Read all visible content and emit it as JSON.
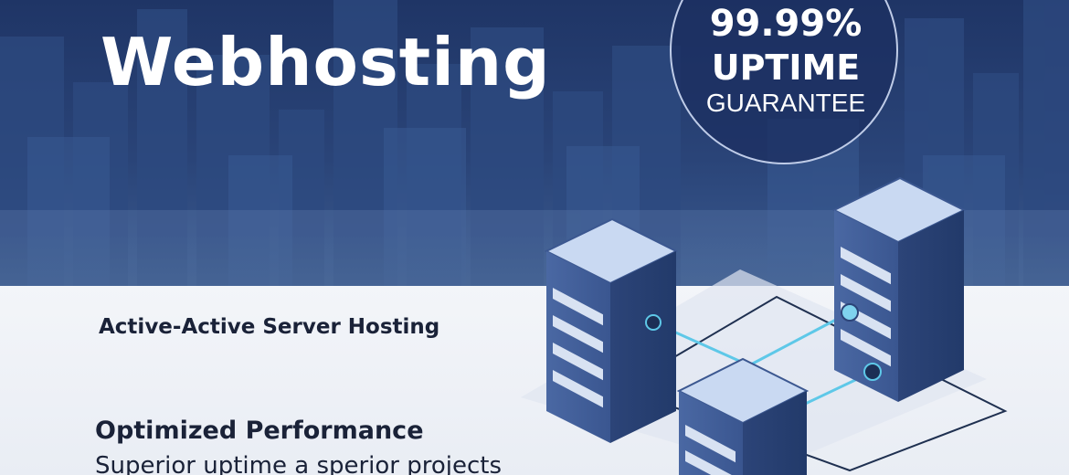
{
  "hero": {
    "title": "Webhosting"
  },
  "badge": {
    "percent": "99.99%",
    "line1": "UPTIME",
    "line2": "GUARANTEE"
  },
  "features": {
    "item1": "Active-Active Server Hosting",
    "item2": "Optimized Performance",
    "item2_desc": "Superior uptime a sperior projects"
  },
  "colors": {
    "band_dark": "#1f3566",
    "server_body": "#3b5790",
    "server_top": "#c9d9f2",
    "connection_glow": "#5ec8e8",
    "text_dark": "#1a2238"
  },
  "illustration": {
    "icon": "server-rack-icon",
    "count": 3
  }
}
